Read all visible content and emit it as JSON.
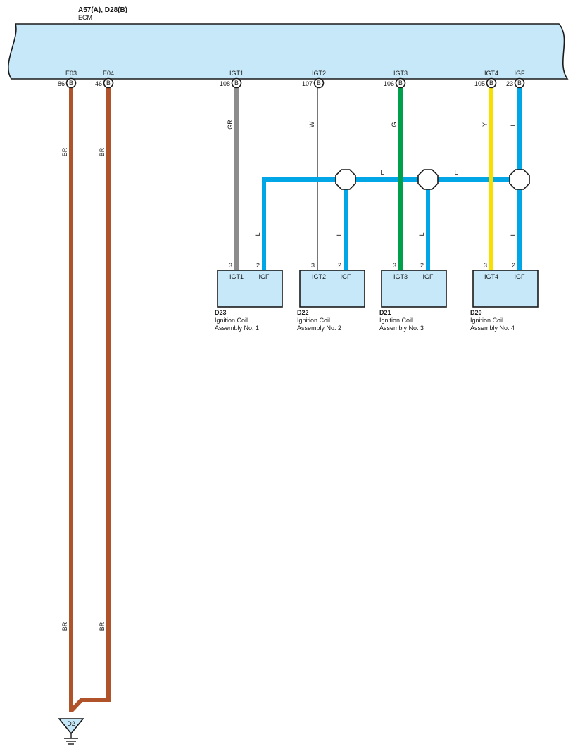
{
  "ecm": {
    "connectors": "A57(A), D28(B)",
    "name": "ECM",
    "terminals": [
      {
        "id": "e03",
        "signal": "E03",
        "pin": "86",
        "conn": "B"
      },
      {
        "id": "e04",
        "signal": "E04",
        "pin": "46",
        "conn": "B"
      },
      {
        "id": "igt1",
        "signal": "IGT1",
        "pin": "108",
        "conn": "B"
      },
      {
        "id": "igt2",
        "signal": "IGT2",
        "pin": "107",
        "conn": "B"
      },
      {
        "id": "igt3",
        "signal": "IGT3",
        "pin": "106",
        "conn": "B"
      },
      {
        "id": "igt4",
        "signal": "IGT4",
        "pin": "105",
        "conn": "B"
      },
      {
        "id": "igf",
        "signal": "IGF",
        "pin": "23",
        "conn": "B"
      }
    ]
  },
  "wires": {
    "e03_top": "BR",
    "e04_top": "BR",
    "e03_bottom": "BR",
    "e04_bottom": "BR",
    "igt1": "GR",
    "igt2": "W",
    "igt3": "G",
    "igt4": "Y",
    "igf": "L",
    "bus_a": "L",
    "bus_b": "L",
    "d23_igf": "L",
    "d22_igf": "L",
    "d21_igf": "L",
    "d20_igf": "L"
  },
  "colors": {
    "ecm_fill": "#c6e8f8",
    "component_fill": "#c6e8f8",
    "BR": "#b0522a",
    "GR": "#8c8c8c",
    "W": "#ffffff",
    "G": "#00a04a",
    "Y": "#f7e000",
    "L": "#00a6e6"
  },
  "components": [
    {
      "id": "d23",
      "code": "D23",
      "name": "Ignition Coil",
      "sub": "Assembly No.  1",
      "pin_igt": "3",
      "pin_igf": "2",
      "label_igt": "IGT1",
      "label_igf": "IGF"
    },
    {
      "id": "d22",
      "code": "D22",
      "name": "Ignition Coil",
      "sub": "Assembly No.  2",
      "pin_igt": "3",
      "pin_igf": "2",
      "label_igt": "IGT2",
      "label_igf": "IGF"
    },
    {
      "id": "d21",
      "code": "D21",
      "name": "Ignition Coil",
      "sub": "Assembly No.  3",
      "pin_igt": "3",
      "pin_igf": "2",
      "label_igt": "IGT3",
      "label_igf": "IGF"
    },
    {
      "id": "d20",
      "code": "D20",
      "name": "Ignition Coil",
      "sub": "Assembly No.  4",
      "pin_igt": "3",
      "pin_igf": "2",
      "label_igt": "IGT4",
      "label_igf": "IGF"
    }
  ],
  "ground": {
    "code": "D2"
  }
}
